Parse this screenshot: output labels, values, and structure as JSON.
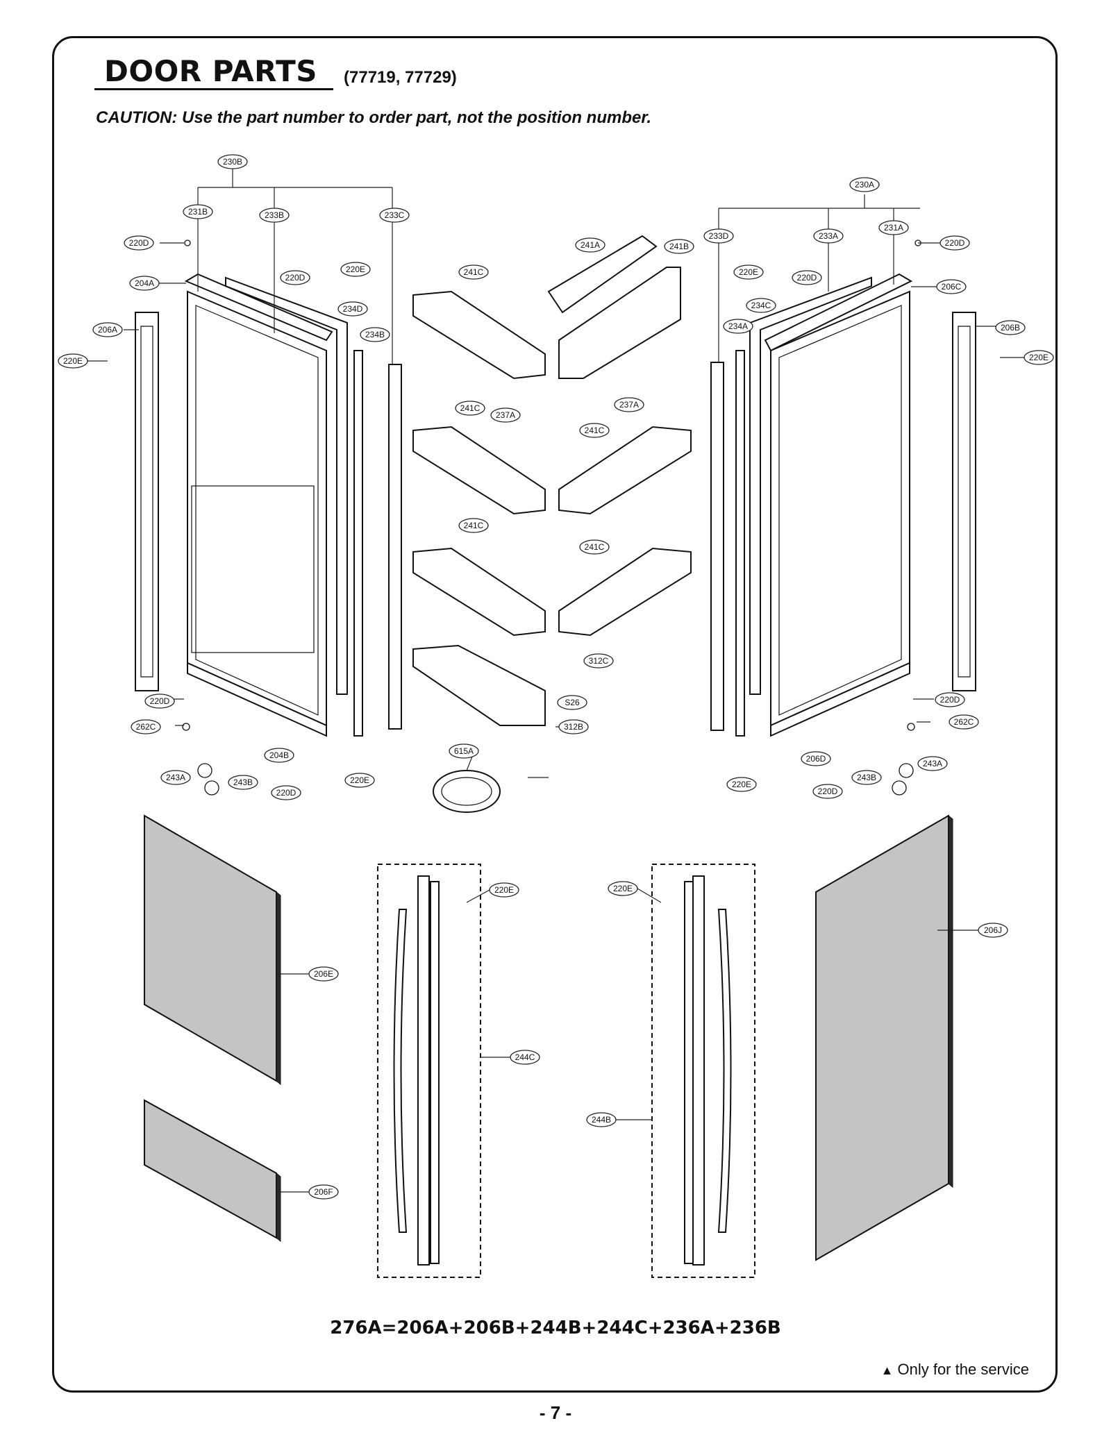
{
  "header": {
    "title": "DOOR PARTS",
    "models": "(77719, 77729)",
    "caution": "CAUTION: Use the part number to order part, not the position number."
  },
  "labels": [
    "230B",
    "231B",
    "233B",
    "233C",
    "220D",
    "220E",
    "204A",
    "234D",
    "234B",
    "206A",
    "241A",
    "241B",
    "241C",
    "237A",
    "230A",
    "233D",
    "233A",
    "231A",
    "206C",
    "234C",
    "234A",
    "206B",
    "312C",
    "S26",
    "312B",
    "615A",
    "262C",
    "243A",
    "243B",
    "204B",
    "206D",
    "206E",
    "206F",
    "244C",
    "244B",
    "206J"
  ],
  "footer": {
    "formula": "276A=206A+206B+244B+244C+236A+236B",
    "service_note": "Only for the service",
    "service_symbol": "▲",
    "page_number": "- 7 -"
  }
}
